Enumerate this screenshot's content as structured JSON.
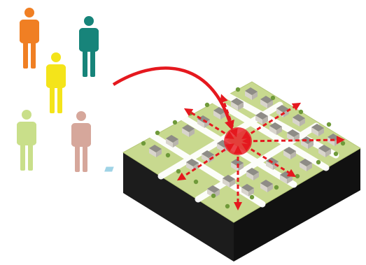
{
  "people": [
    {
      "icon": "person-icon",
      "color": "#f07f23"
    },
    {
      "icon": "person-icon",
      "color": "#17847a"
    },
    {
      "icon": "person-icon",
      "color": "#f4e41a"
    },
    {
      "icon": "person-icon",
      "color": "#c9df8a"
    },
    {
      "icon": "person-icon",
      "color": "#d6a79b"
    }
  ],
  "migration_arrow": {
    "icon": "curved-arrow-icon",
    "color": "#e5181e"
  },
  "city_block": {
    "icon": "isometric-city-block",
    "ground": "#c8d98f",
    "base": "#1a1a1a",
    "roads": "#ffffff"
  },
  "focal_point": {
    "icon": "red-circle-marker",
    "color": "#e8232b"
  },
  "dispersal_arrows": {
    "icon": "dashed-double-arrow-icon",
    "color": "#e5181e",
    "count": 7
  }
}
